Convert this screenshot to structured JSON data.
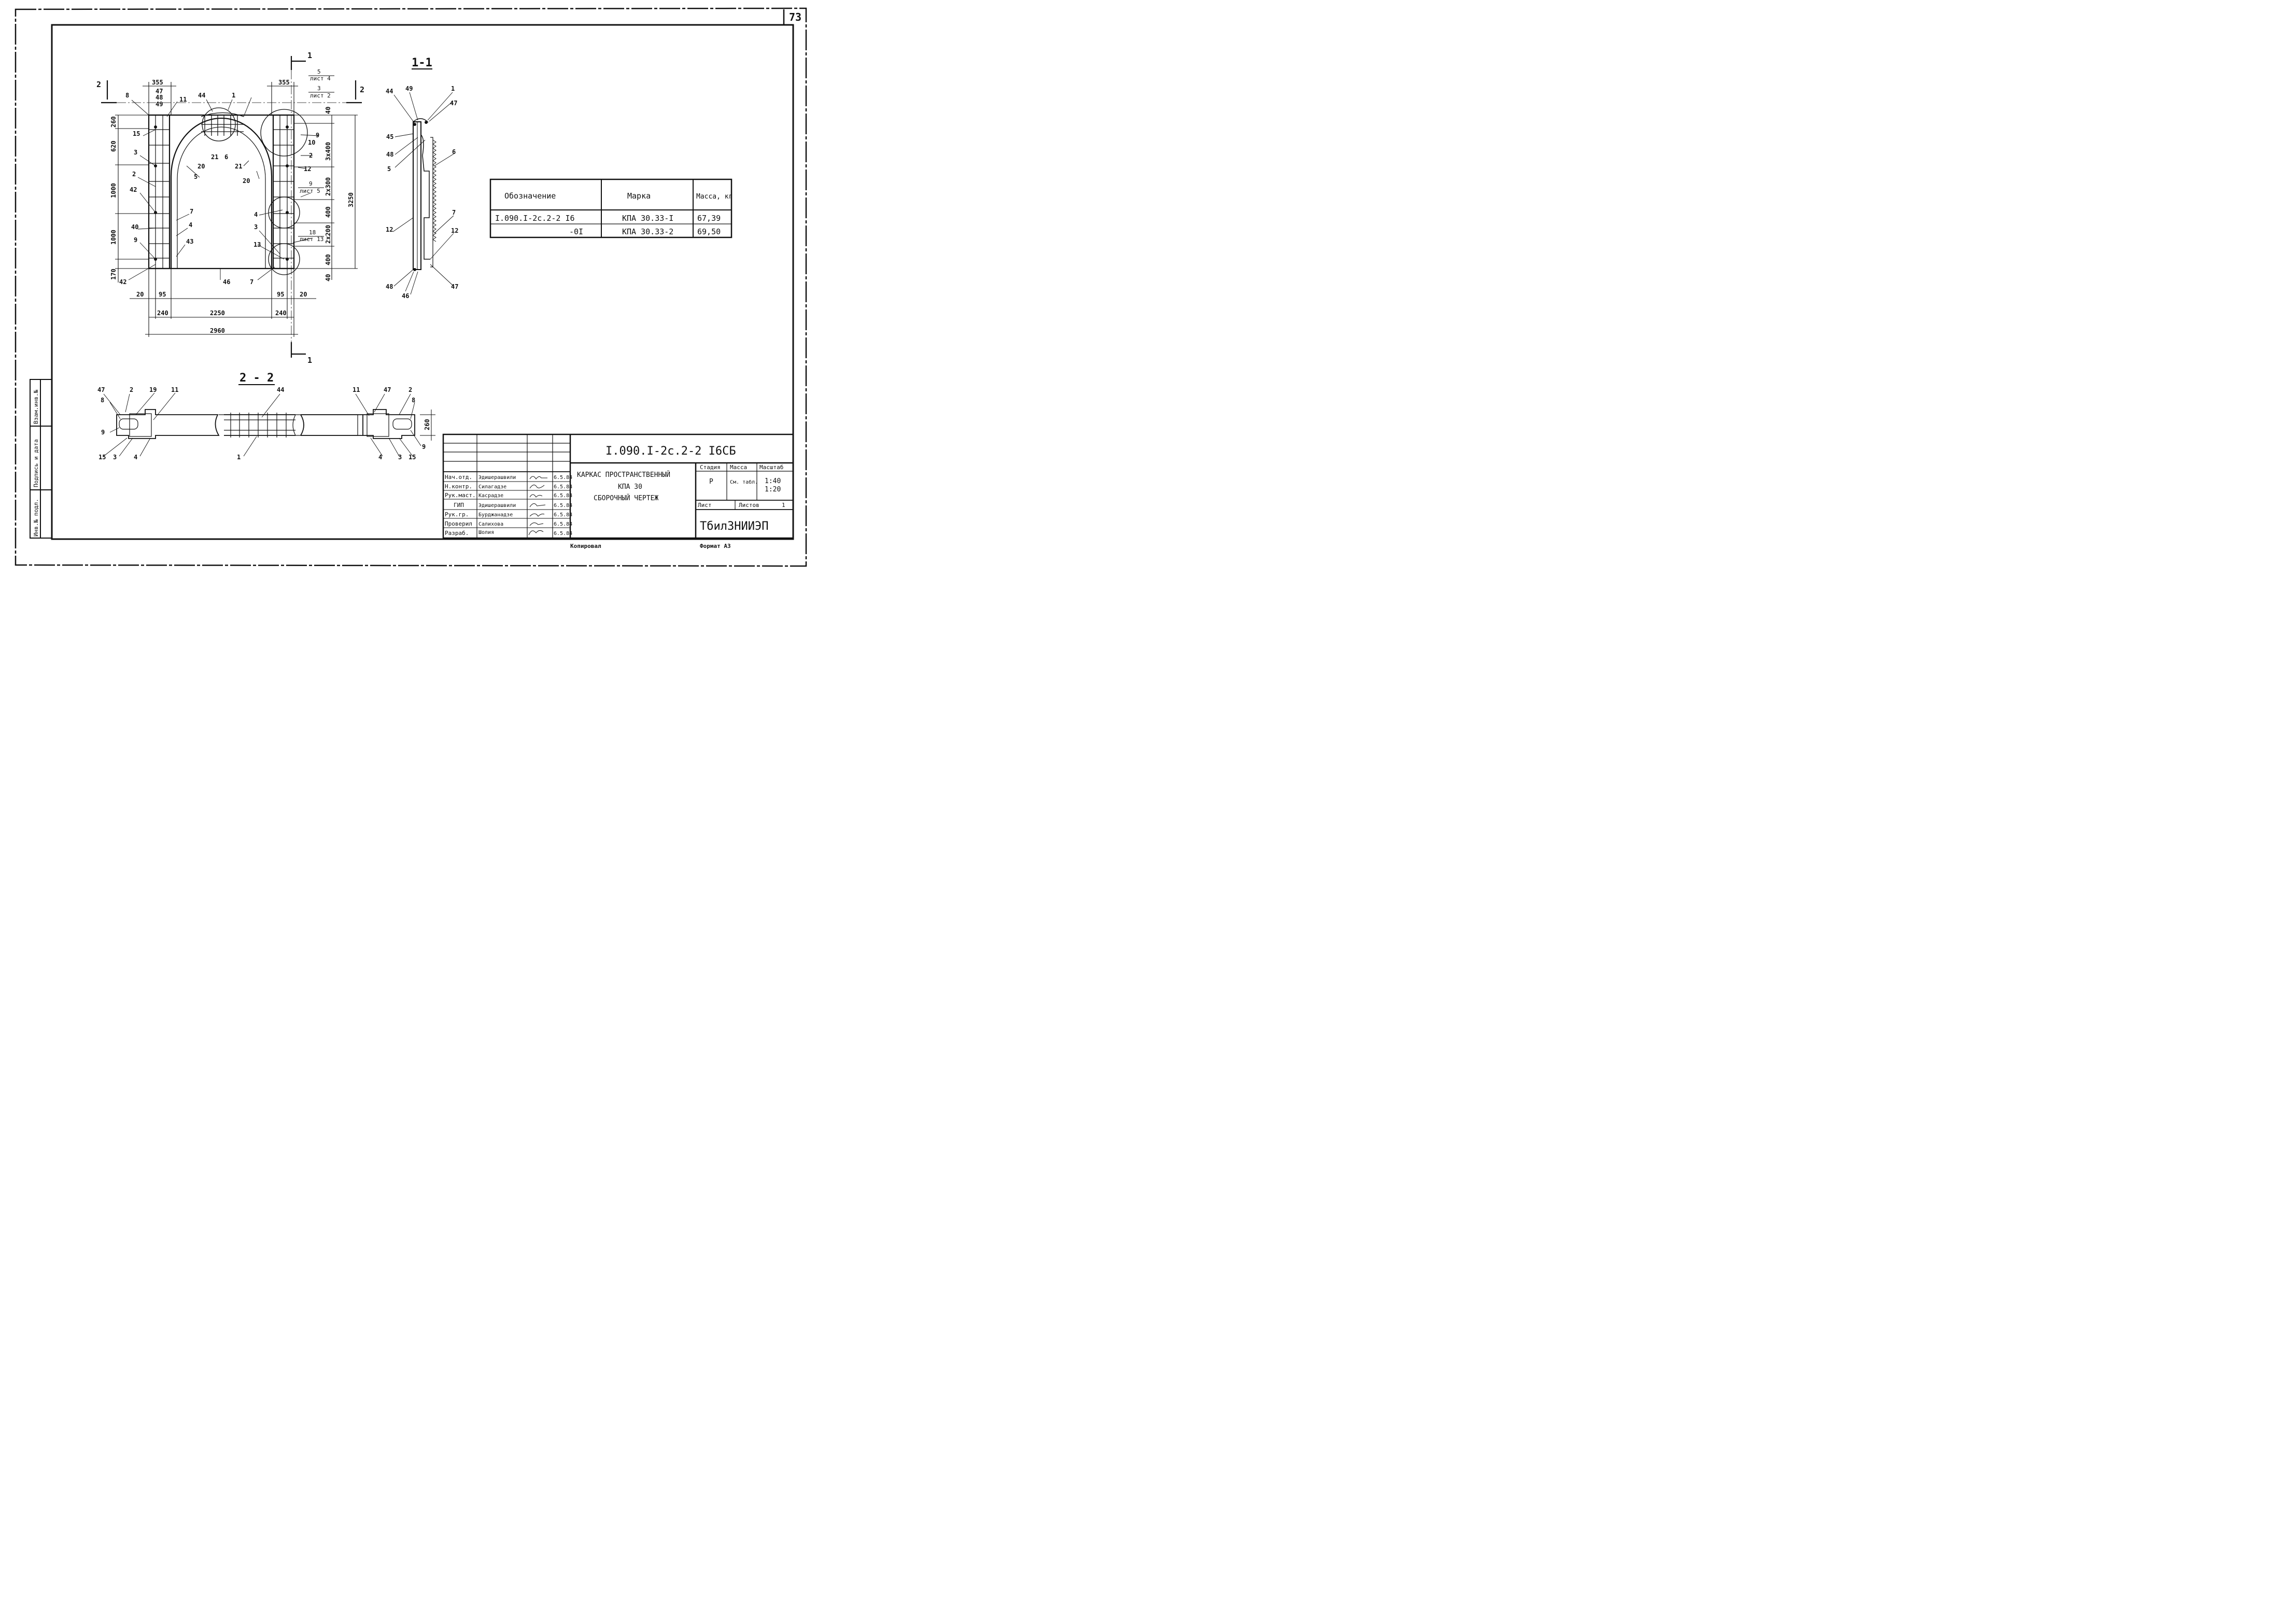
{
  "sheet_number": "73",
  "section_labels": {
    "s11": "1-1",
    "s22": "2 - 2",
    "cut1": "1",
    "cut2": "2"
  },
  "front_view": {
    "top_dims": [
      "355",
      "355"
    ],
    "left_dims": [
      "260",
      "620",
      "1000",
      "1000",
      "170"
    ],
    "right_dims": [
      "40",
      "3x400",
      "2x300",
      "400",
      "2x200",
      "400",
      "40"
    ],
    "overall_height": "3250",
    "bottom_small": [
      "20",
      "95",
      "95",
      "20"
    ],
    "bottom_mid": [
      "240",
      "2250",
      "240"
    ],
    "bottom_total": "2960",
    "callouts_left": [
      "8",
      "15",
      "3",
      "2",
      "42",
      "40",
      "9",
      "42"
    ],
    "callouts_left_top": [
      "47",
      "48",
      "49"
    ],
    "callouts_arch": [
      "44",
      "1",
      "11",
      "21",
      "6",
      "21",
      "20",
      "5",
      "20"
    ],
    "callouts_inner": [
      "7",
      "4",
      "43",
      "46",
      "7"
    ],
    "callouts_right": [
      "9",
      "10",
      "2",
      "12",
      "4",
      "3",
      "13"
    ],
    "sheet_refs": [
      {
        "num": "5",
        "ref": "лист 4"
      },
      {
        "num": "3",
        "ref": "лист 2"
      },
      {
        "num": "9",
        "ref": "лист 5"
      },
      {
        "num": "18",
        "ref": "лист 13"
      }
    ]
  },
  "section_1_1": {
    "callouts": [
      "44",
      "49",
      "1",
      "47",
      "45",
      "48",
      "5",
      "6",
      "7",
      "12",
      "12",
      "48",
      "46",
      "47"
    ]
  },
  "section_2_2": {
    "callouts_left": [
      "47",
      "2",
      "19",
      "11",
      "8",
      "9",
      "15",
      "3",
      "4"
    ],
    "callouts_center": [
      "44",
      "1"
    ],
    "callouts_right": [
      "11",
      "47",
      "2",
      "8",
      "9",
      "4",
      "3",
      "15"
    ],
    "dim": "260"
  },
  "spec_table": {
    "headers": [
      "Обозначение",
      "Марка",
      "Масса, кг"
    ],
    "rows": [
      {
        "designation": "I.090.I-2c.2-2 I6",
        "mark": "КПА 30.33-I",
        "mass": "67,39"
      },
      {
        "designation": "-0I",
        "mark": "КПА 30.33-2",
        "mass": "69,50"
      }
    ]
  },
  "side_stamp": [
    "Инв.№ подл.",
    "Подпись и дата",
    "Взам.инв.№"
  ],
  "title_block": {
    "doc_code": "I.090.I-2c.2-2  I6СБ",
    "title_lines": [
      "КАРКАС ПРОСТРАНСТВЕННЫЙ",
      "КПА 30",
      "СБОРОЧНЫЙ ЧЕРТЕЖ"
    ],
    "signatures": [
      {
        "role": "Нач.отд.",
        "name": "Эдишерашвили",
        "date": "6.5.84"
      },
      {
        "role": "Н.контр.",
        "name": "Силагадзе",
        "date": "6.5.84"
      },
      {
        "role": "Рук.маст.",
        "name": "Касрадзе",
        "date": "6.5.84"
      },
      {
        "role": "ГИП",
        "name": "Эдишерашвили",
        "date": "6.5.84"
      },
      {
        "role": "Рук.гр.",
        "name": "Бурджанадзе",
        "date": "6.5.84"
      },
      {
        "role": "Проверил",
        "name": "Салихова",
        "date": "6.5.84"
      },
      {
        "role": "Разраб.",
        "name": "Шолия",
        "date": "6.5.84"
      }
    ],
    "stage_head": "Стадия",
    "mass_head": "Масса",
    "scale_head": "Масштаб",
    "stage": "Р",
    "mass": "См. табл.",
    "scale_1": "1:40",
    "scale_2": "1:20",
    "sheet_label": "Лист",
    "sheets_label": "Листов",
    "sheets_count": "1",
    "org": "ТбилЗНИИЭП"
  },
  "footer": {
    "copied": "Копировал",
    "format": "Формат А3"
  }
}
